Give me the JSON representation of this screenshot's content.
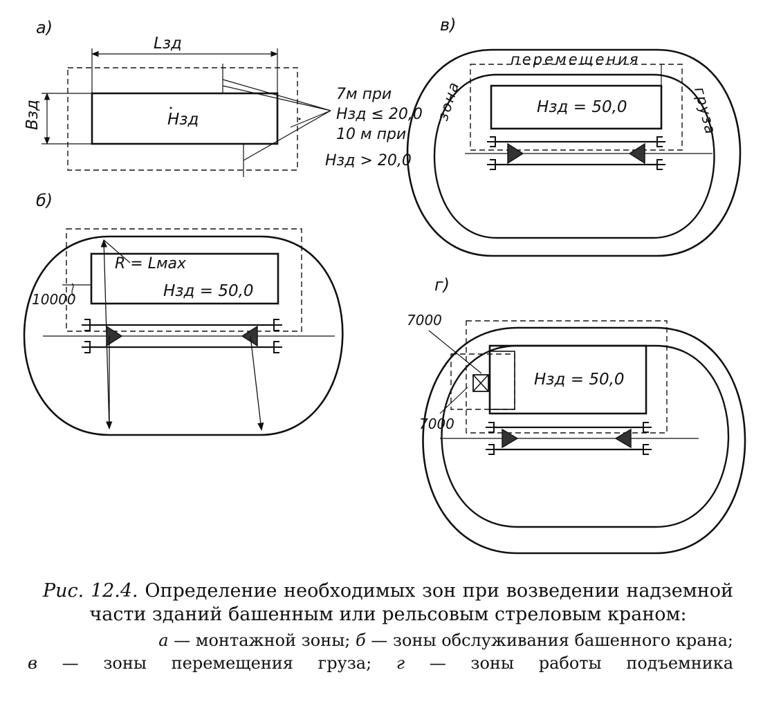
{
  "panels": {
    "a": {
      "label": "а)",
      "length_label": "Lзд",
      "width_label": "Bзд",
      "height_label": "Hзд",
      "note_lines": [
        "7м  при",
        "Hзд ≤ 20,0",
        "10 м  при",
        "Hзд > 20,0"
      ]
    },
    "b": {
      "label": "б)",
      "radius_label": "R = Lмах",
      "height_label": "Hзд = 50,0",
      "offset_label": "10000"
    },
    "v": {
      "label": "в)",
      "height_label": "Hзд = 50,0",
      "zone_top": "перемещения",
      "zone_left": "зона",
      "zone_right": "груза"
    },
    "g": {
      "label": "г)",
      "height_label": "Hзд = 50,0",
      "offset_top": "7000",
      "offset_bottom": "7000"
    }
  },
  "caption": {
    "lead": "Рис. 12.4.",
    "title": "Определение необходимых зон при возведении надземной части зданий башенным или рельсовым стреловым краном:",
    "legend": [
      {
        "key": "а",
        "text": " — монтажной зоны; "
      },
      {
        "key": "б",
        "text": " — зоны обслуживания башенного крана;"
      },
      {
        "key": "в",
        "text": " — зоны   перемещения   груза; "
      },
      {
        "key": "г",
        "text": " — зоны   работы   подъемника"
      }
    ]
  }
}
